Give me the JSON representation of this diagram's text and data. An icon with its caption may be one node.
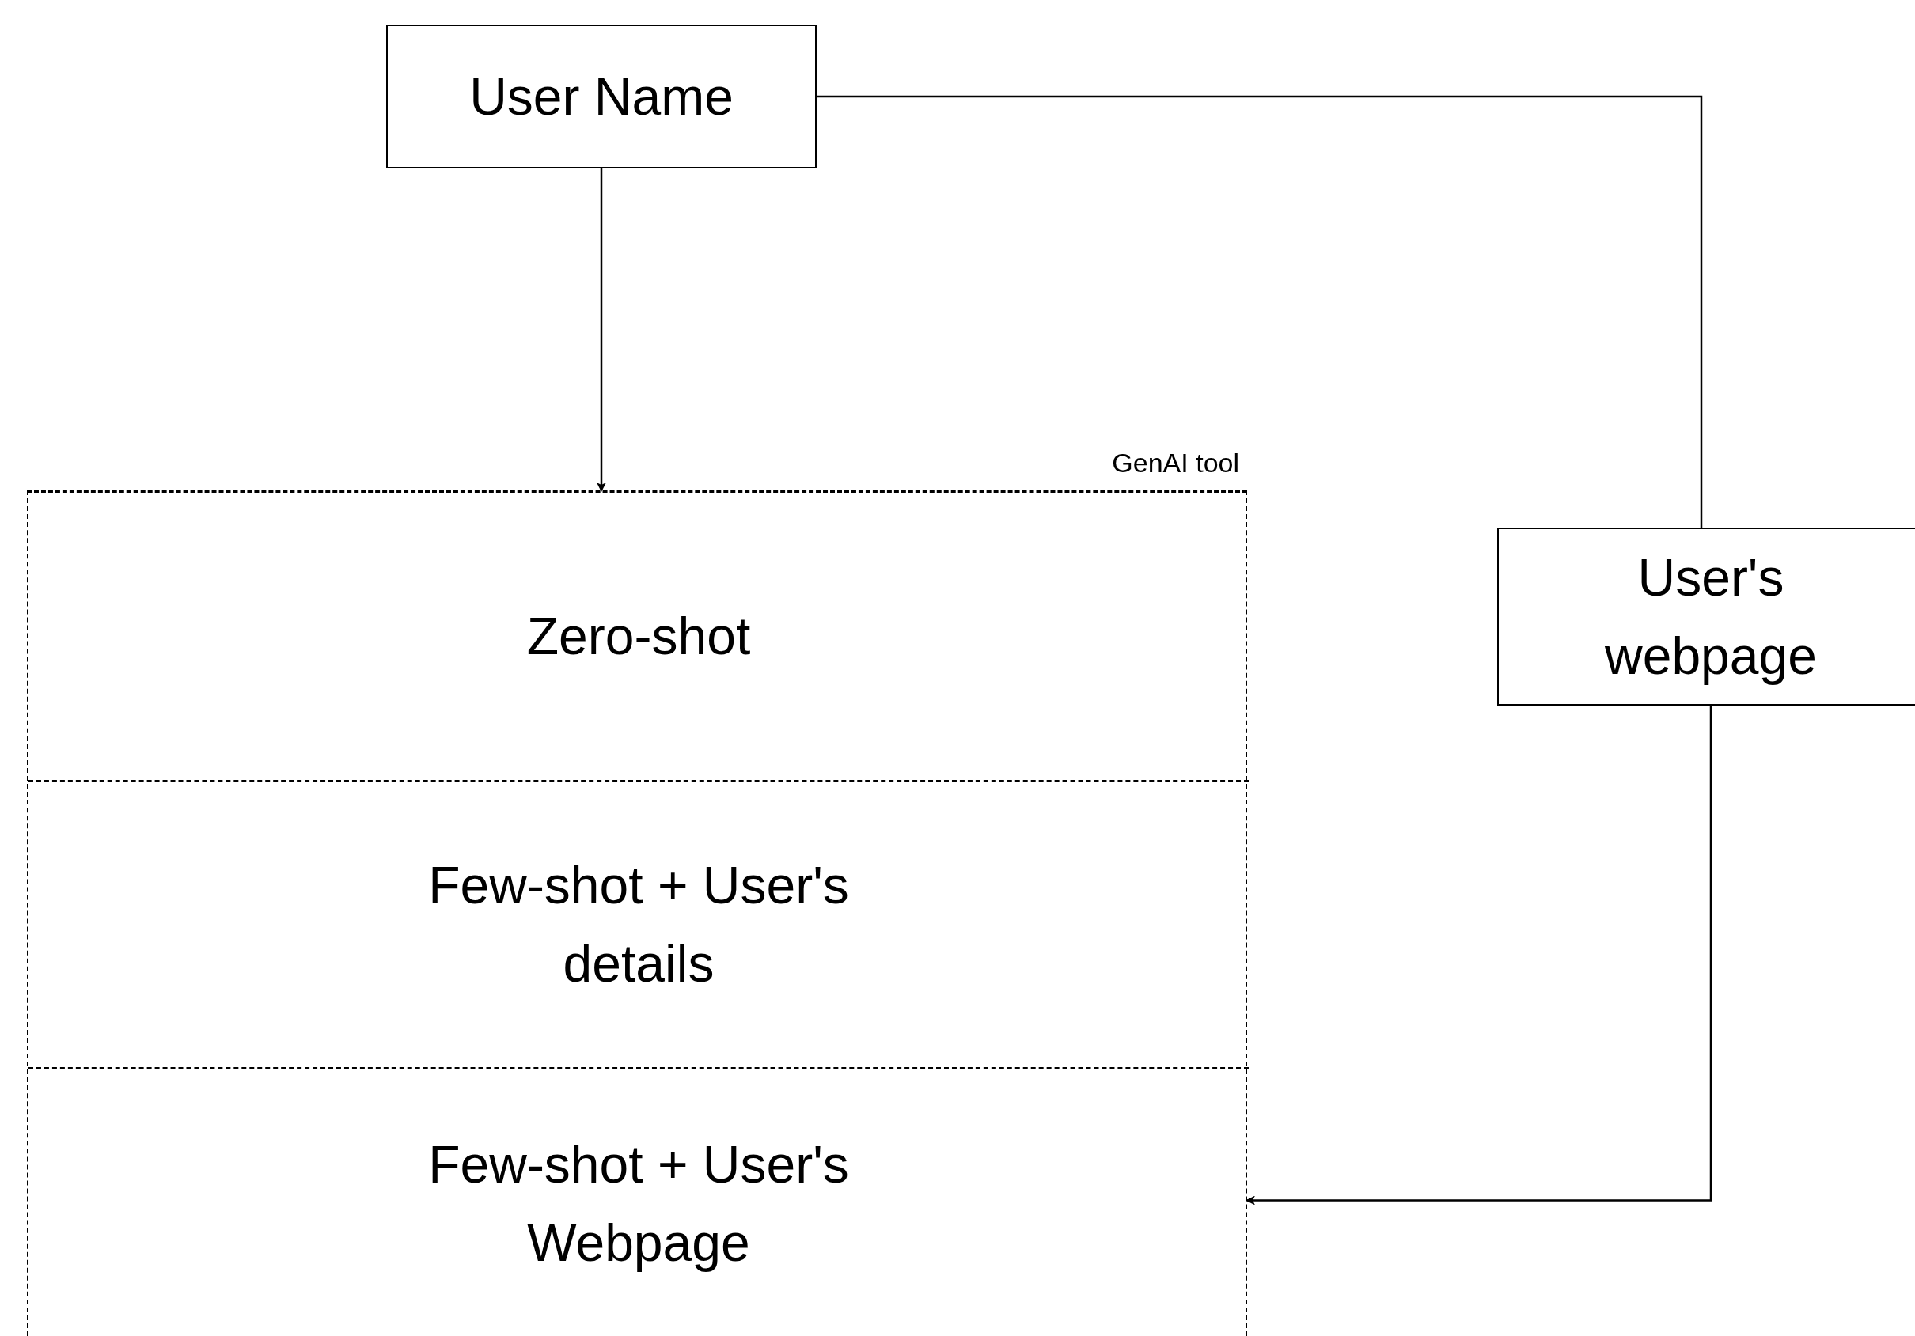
{
  "diagram": {
    "nodes": [
      {
        "text": [
          "User Name"
        ]
      },
      {
        "text": [
          "GenAI tool"
        ]
      },
      {
        "text": [
          "Zero-shot"
        ],
        "in": 1
      },
      {
        "text": [
          "Few-shot + User's details"
        ],
        "in": 1
      },
      {
        "text": [
          "Few-shot + User's Webpage"
        ],
        "in": 1
      },
      {
        "text": [
          "User's webpage"
        ]
      }
    ],
    "edges": [
      {
        "from": 0,
        "to": 1,
        "arrow": "to"
      },
      {
        "from": 0,
        "to": 5,
        "arrow": "none"
      },
      {
        "from": 5,
        "to": 4,
        "arrow": "to"
      }
    ]
  }
}
